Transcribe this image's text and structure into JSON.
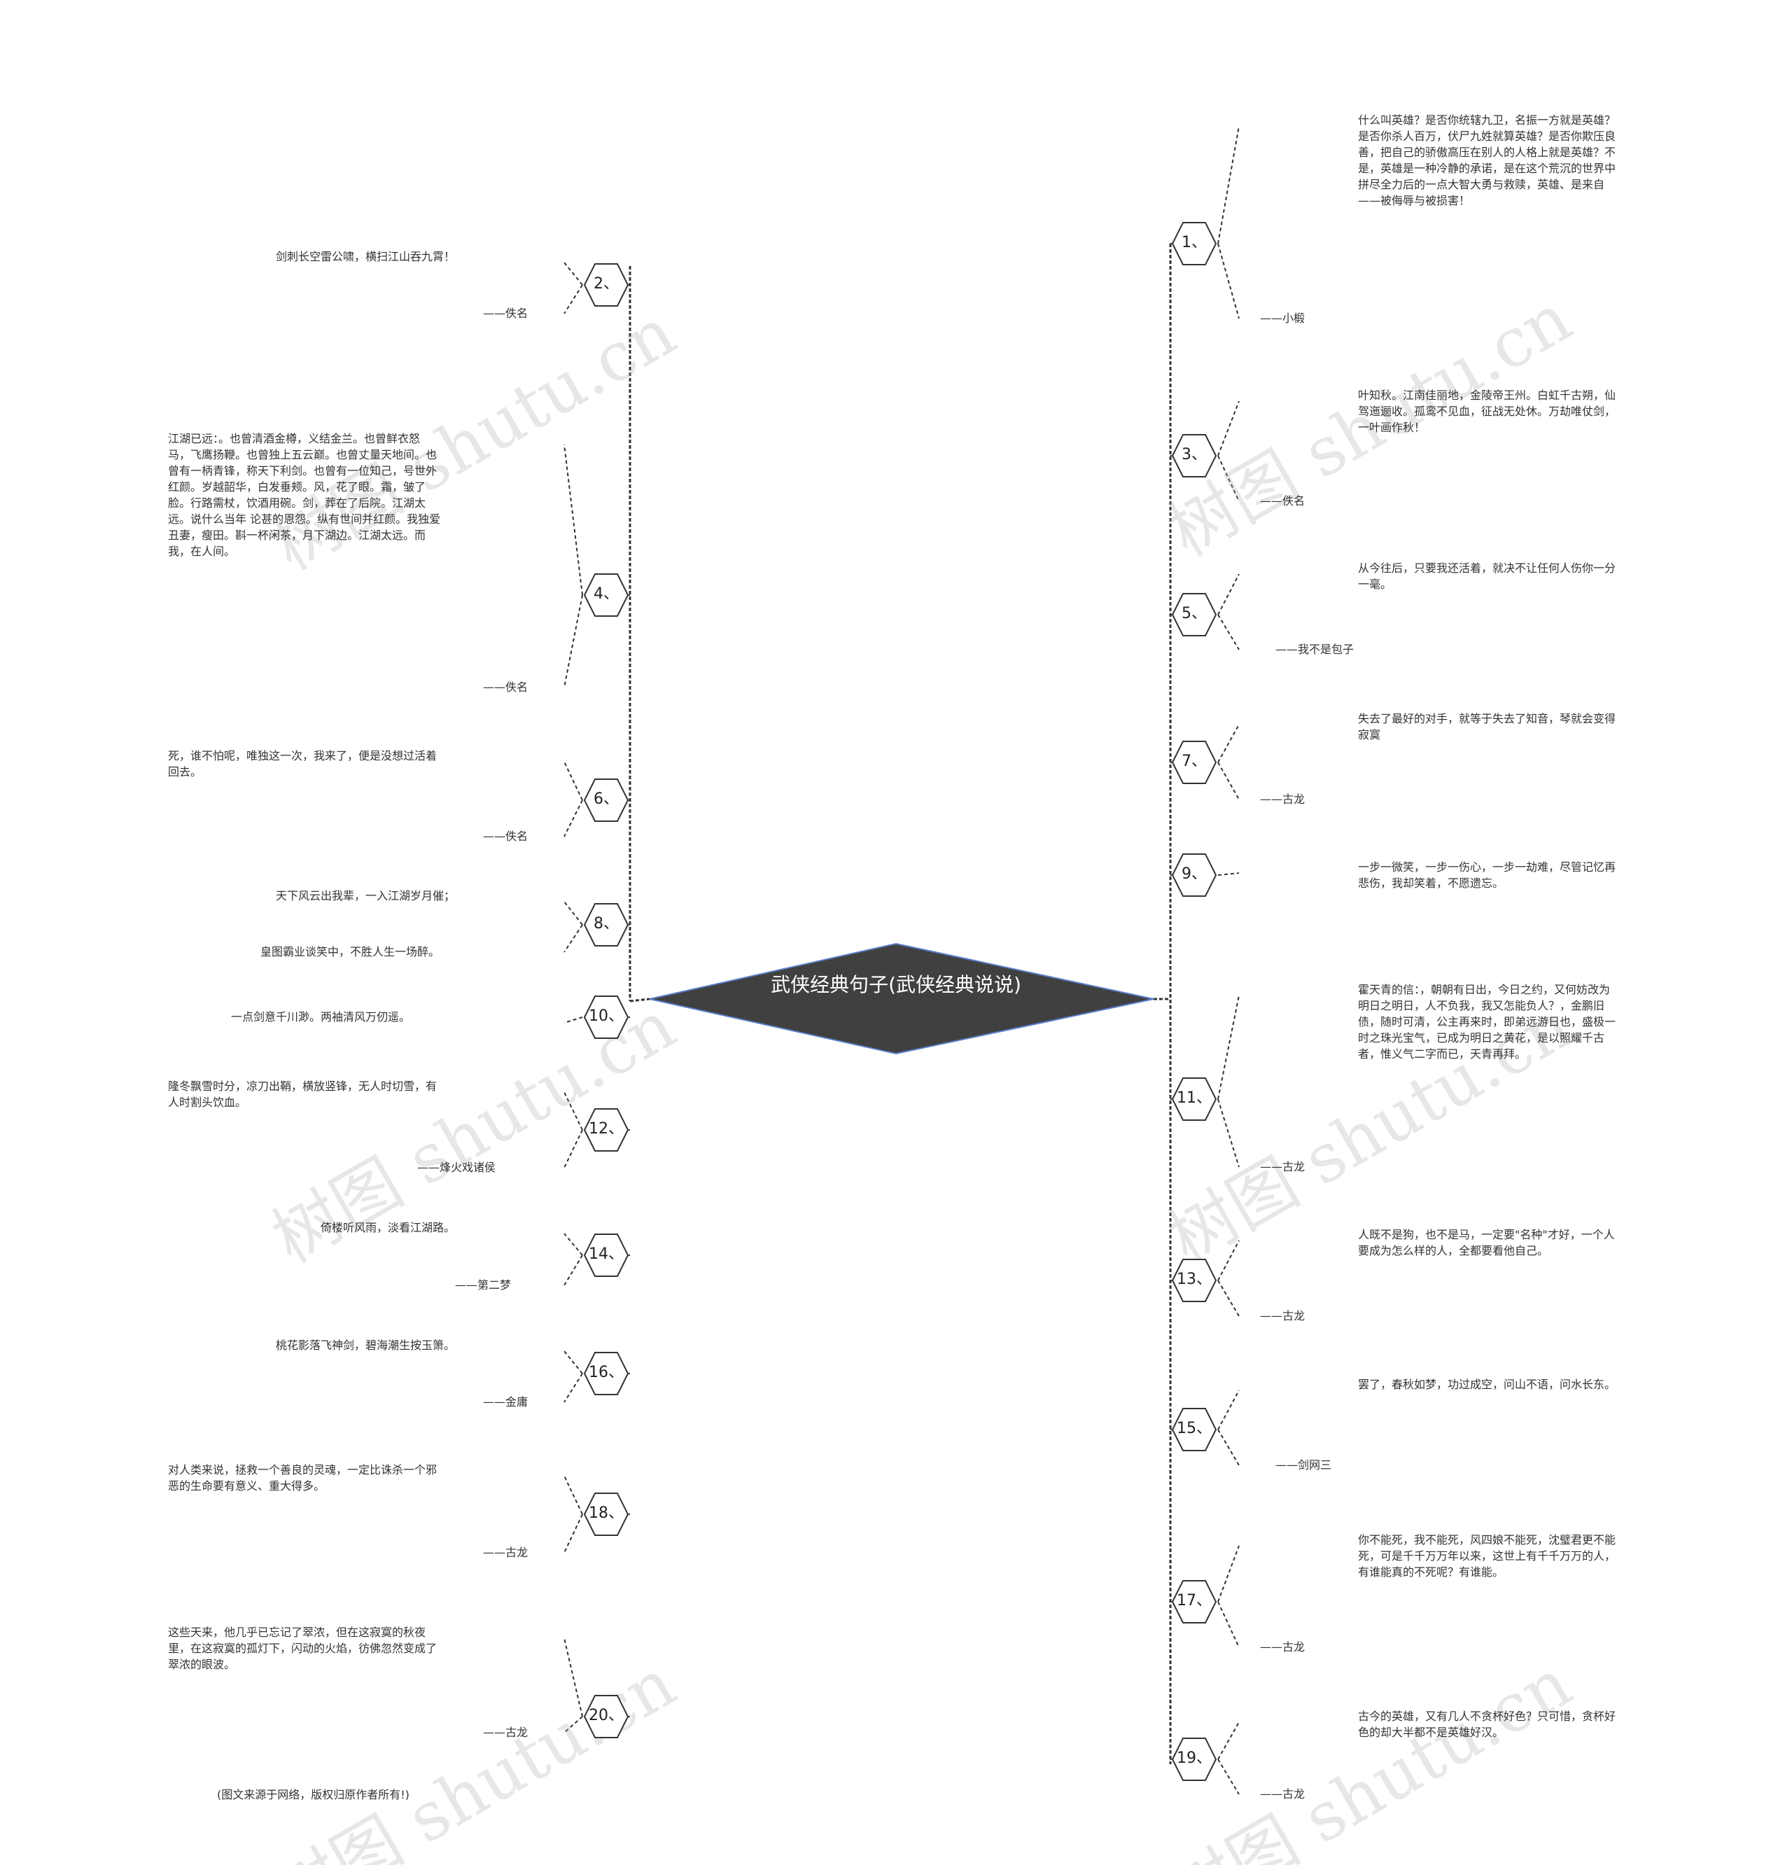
{
  "center": {
    "title": "武侠经典句子(武侠经典说说)",
    "fill": "#404040"
  },
  "watermark_text": "树图 shutu.cn",
  "footer": "(图文来源于网络，版权归原作者所有!)",
  "nodes": [
    {
      "label": "1、",
      "text": "什么叫英雄？是否你统辖九卫，名振一方就是英雄？是否你杀人百万，伏尸九姓就算英雄？是否你欺压良善，把自己的骄傲高压在别人的人格上就是英雄？不是，英雄是一种冷静的承诺，是在这个荒沉的世界中拼尽全力后的一点大智大勇与救赎，英雄、是来自——被侮辱与被损害！",
      "author": "——小椴"
    },
    {
      "label": "2、",
      "text": "剑刺长空雷公啸，横扫江山吞九霄！",
      "author": "——佚名"
    },
    {
      "label": "3、",
      "text": "叶知秋。江南佳丽地，金陵帝王州。白虹千古朔，仙驾迤逦收。孤鸾不见血，征战无处休。万劫唯仗剑，一叶画作秋！",
      "author": "——佚名"
    },
    {
      "label": "4、",
      "text": "江湖已远：。也曾清酒金樽，义结金兰。也曾鲜衣怒马，飞鹰扬鞭。也曾独上五云巅。也曾丈量天地间。也曾有一柄青锋，称天下利剑。也曾有一位知己，号世外红颜。岁越韶华，白发垂颊。风，花了眼。霜，皱了脸。行路需杖，饮酒用碗。剑，葬在了后院。江湖太远。说什么当年 论甚的恩怨。纵有世间并红颜。我独爱丑妻，瘦田。斟一杯闲茶，月下湖边。江湖太远。而我，在人间。",
      "author": "——佚名"
    },
    {
      "label": "5、",
      "text": "从今往后，只要我还活着，就决不让任何人伤你一分一毫。",
      "author": "——我不是包子"
    },
    {
      "label": "6、",
      "text": "死，谁不怕呢，唯独这一次，我来了，便是没想过活着回去。",
      "author": "——佚名"
    },
    {
      "label": "7、",
      "text": "失去了最好的对手，就等于失去了知音，琴就会变得寂寞",
      "author": "——古龙"
    },
    {
      "label": "8、",
      "text": "天下风云出我辈，一入江湖岁月催；",
      "author": "皇图霸业谈笑中，不胜人生一场醉。"
    },
    {
      "label": "9、",
      "text": "一步一微笑，一步一伤心，一步一劫难，尽管记忆再悲伤，我却笑着，不愿遗忘。",
      "author": ""
    },
    {
      "label": "10、",
      "text": "一点剑意千川渺。两袖清风万仞遥。",
      "author": ""
    },
    {
      "label": "11、",
      "text": "霍天青的信：，朝朝有日出，今日之约，又何妨改为明日之明日，人不负我，我又怎能负人？，金鹏旧债，随时可清，公主再来时，即弟远游日也，盛极一时之珠光宝气，已成为明日之黄花，是以照耀千古者，惟义气二字而已，天青再拜。",
      "author": "——古龙"
    },
    {
      "label": "12、",
      "text": "隆冬飘雪时分，凉刀出鞘，横放竖锋，无人时切雪，有人时割头饮血。",
      "author": "——烽火戏诸侯"
    },
    {
      "label": "13、",
      "text": "人既不是狗，也不是马，一定要\"名种\"才好，一个人要成为怎么样的人，全都要看他自己。",
      "author": "——古龙"
    },
    {
      "label": "14、",
      "text": "倚楼听风雨，淡看江湖路。",
      "author": "——第二梦"
    },
    {
      "label": "15、",
      "text": "罢了，春秋如梦，功过成空，问山不语，问水长东。",
      "author": "——剑网三"
    },
    {
      "label": "16、",
      "text": "桃花影落飞神剑，碧海潮生按玉箫。",
      "author": "——金庸"
    },
    {
      "label": "17、",
      "text": "你不能死，我不能死，风四娘不能死，沈璧君更不能死，可是千千万万年以来，这世上有千千万万的人，有谁能真的不死呢？有谁能。",
      "author": "——古龙"
    },
    {
      "label": "18、",
      "text": "对人类来说，拯救一个善良的灵魂，一定比诛杀一个邪恶的生命要有意义、重大得多。",
      "author": "——古龙"
    },
    {
      "label": "19、",
      "text": "古今的英雄，又有几人不贪杯好色？只可惜，贪杯好色的却大半都不是英雄好汉。",
      "author": "——古龙"
    },
    {
      "label": "20、",
      "text": "这些天来，他几乎已忘记了翠浓，但在这寂寞的秋夜里，在这寂寞的孤灯下，闪动的火焰，彷佛忽然变成了翠浓的眼波。",
      "author": "——古龙"
    }
  ]
}
